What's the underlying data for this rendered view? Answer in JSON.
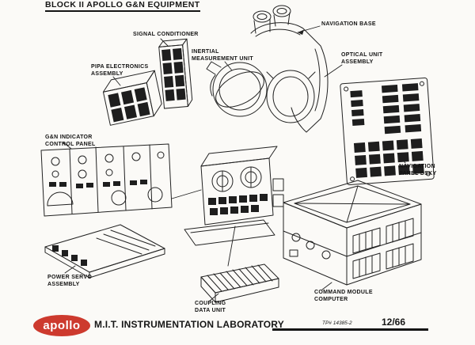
{
  "title": "BLOCK II APOLLO G&N EQUIPMENT",
  "labels": {
    "signal_conditioner": "SIGNAL CONDITIONER",
    "pipa_electronics": "PIPA ELECTRONICS\nASSEMBLY",
    "inertial_measurement_unit": "INERTIAL\nMEASUREMENT UNIT",
    "navigation_base": "NAVIGATION BASE",
    "optical_unit": "OPTICAL UNIT\nASSEMBLY",
    "navigation_panel_dsky": "NAVIGATION\nPANEL DSKY",
    "gn_indicator_control_panel": "G&N INDICATOR\nCONTROL PANEL",
    "power_servo": "POWER SERVO\nASSEMBLY",
    "coupling_data_unit": "COUPLING\nDATA UNIT",
    "command_module_computer": "COMMAND MODULE\nCOMPUTER"
  },
  "footer": {
    "logo_text": "apollo",
    "organization": "M.I.T. INSTRUMENTATION LABORATORY",
    "drawing_number": "TP# 14385-2",
    "date": "12/66"
  },
  "colors": {
    "logo_red": "#cd3a2e",
    "ink": "#1e1e1e",
    "paper": "#fbfaf7"
  }
}
